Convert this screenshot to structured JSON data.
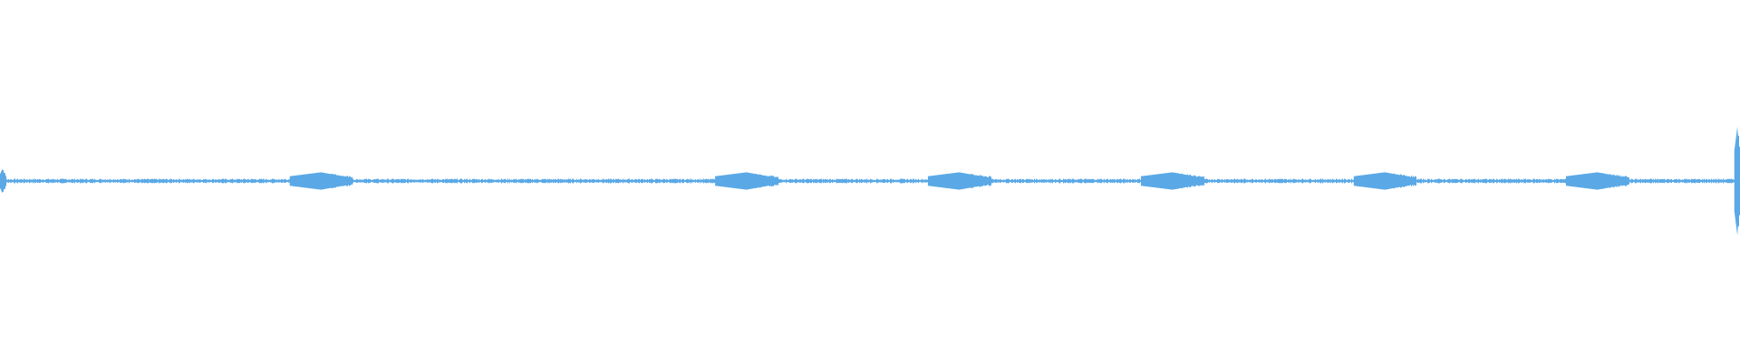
{
  "waveform": {
    "color": "#5aa9e6",
    "background": "#ffffff",
    "baseline_amplitude": 0.03,
    "bursts": [
      {
        "position": 0.0013,
        "width": 0.002,
        "amplitude": 0.22
      },
      {
        "position": 0.1845,
        "width": 0.018,
        "amplitude": 0.16
      },
      {
        "position": 0.429,
        "width": 0.018,
        "amplitude": 0.16
      },
      {
        "position": 0.5513,
        "width": 0.018,
        "amplitude": 0.16
      },
      {
        "position": 0.6737,
        "width": 0.018,
        "amplitude": 0.16
      },
      {
        "position": 0.796,
        "width": 0.018,
        "amplitude": 0.16
      },
      {
        "position": 0.918,
        "width": 0.018,
        "amplitude": 0.16
      },
      {
        "position": 0.9985,
        "width": 0.0018,
        "amplitude": 1.0
      }
    ]
  }
}
